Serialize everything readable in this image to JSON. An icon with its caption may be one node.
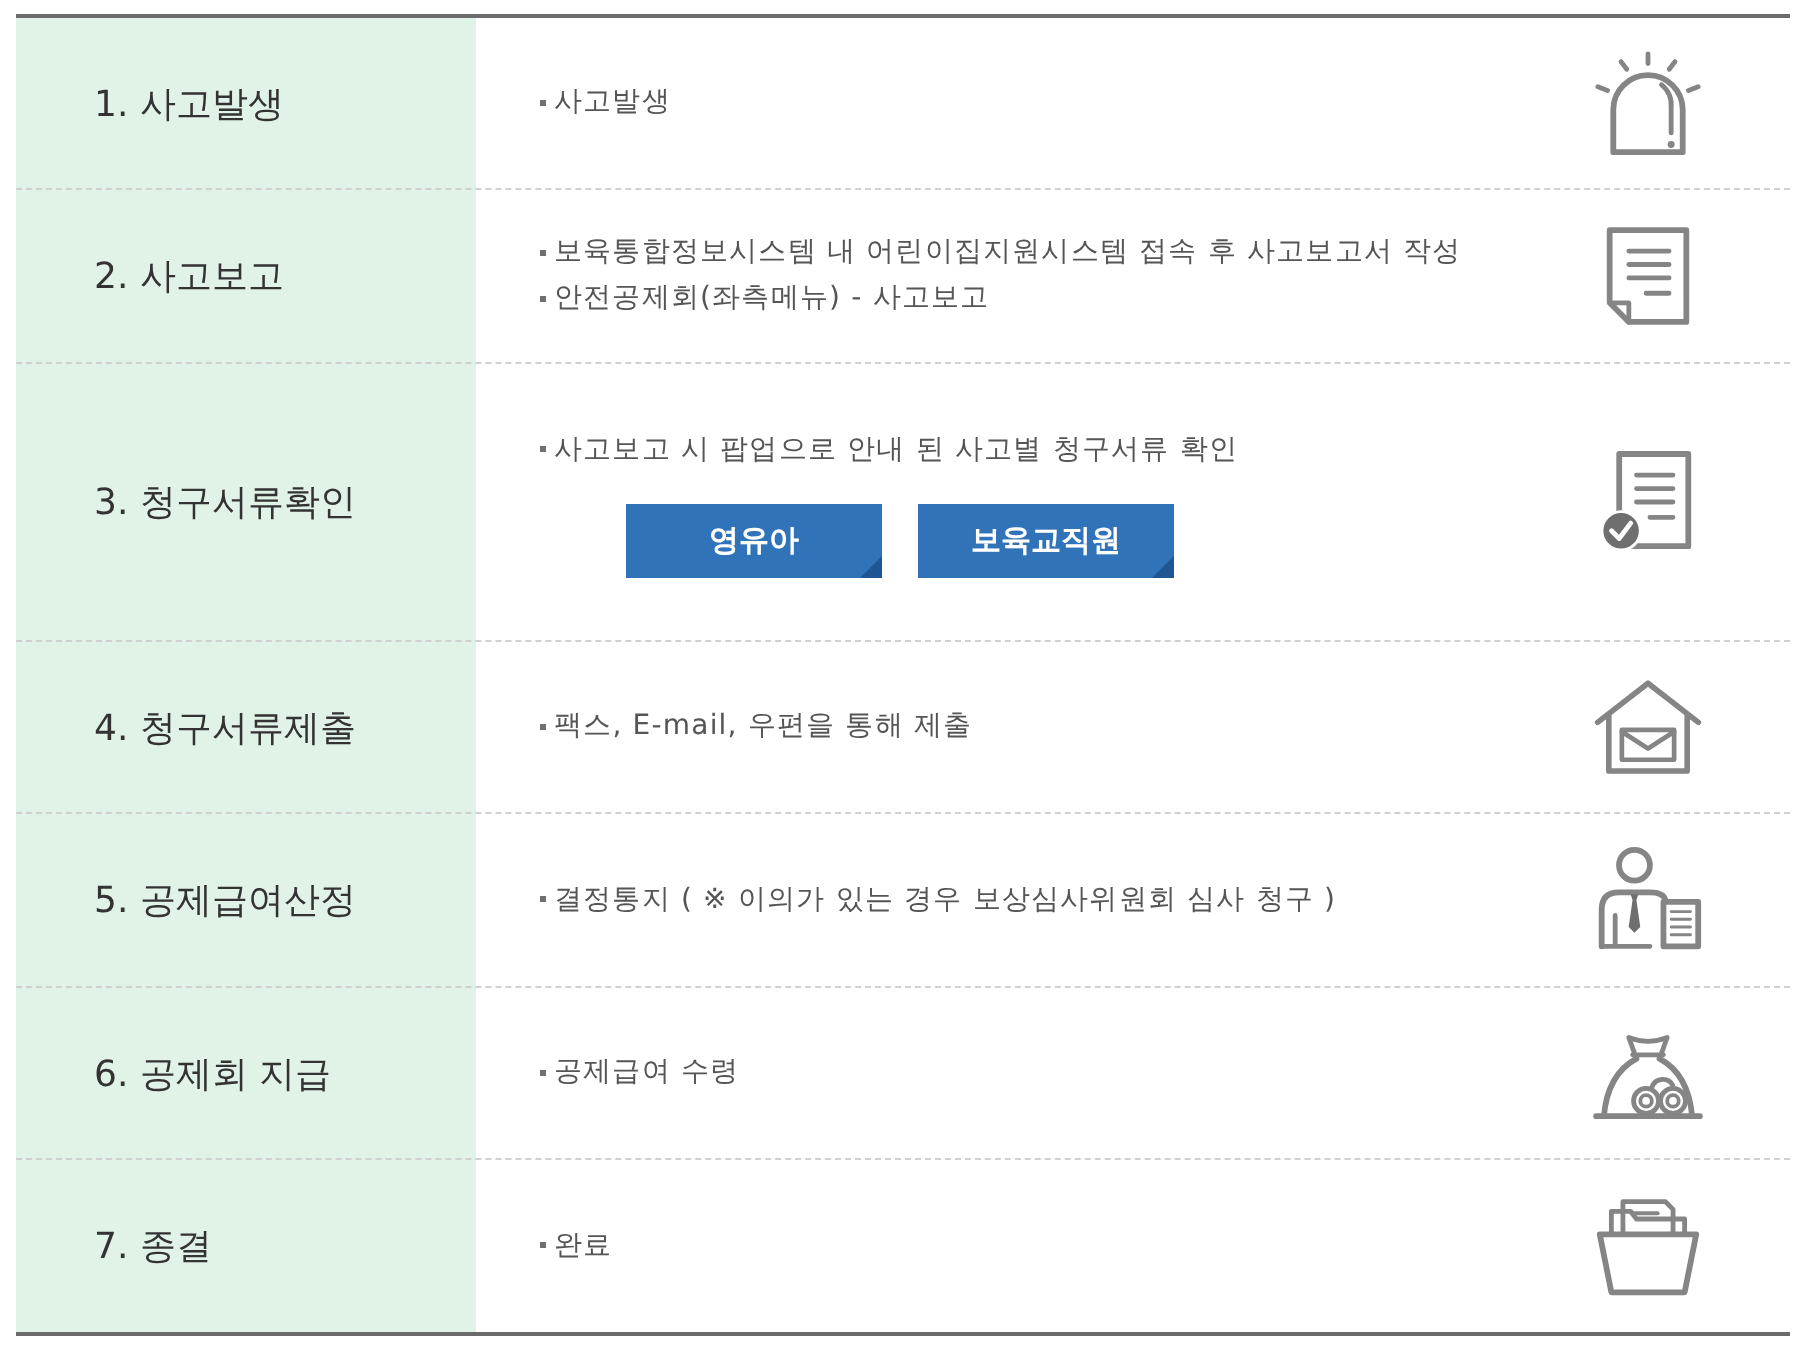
{
  "diagram": {
    "nodes": [
      {
        "text": [
          "1. 사고발생",
          "사고발생"
        ]
      },
      {
        "text": [
          "2. 사고보고",
          "보육통합정보시스템 내 어린이집지원시스템 접속 후 사고보고서 작성",
          "안전공제회(좌측메뉴) - 사고보고"
        ]
      },
      {
        "text": [
          "3. 청구서류확인",
          "사고보고 시 팝업으로 안내 된 사고별 청구서류 확인"
        ]
      },
      {
        "text": [
          "영유아"
        ],
        "in": 2
      },
      {
        "text": [
          "보육교직원"
        ],
        "in": 2
      },
      {
        "text": [
          "4. 청구서류제출",
          "팩스, E-mail, 우편을 통해 제출"
        ]
      },
      {
        "text": [
          "5. 공제급여산정",
          "결정통지 ( ※ 이의가 있는 경우 보상심사위원회 심사 청구 )"
        ]
      },
      {
        "text": [
          "6. 공제회 지급",
          "공제급여 수령"
        ]
      },
      {
        "text": [
          "7. 종결",
          "완료"
        ]
      }
    ]
  }
}
